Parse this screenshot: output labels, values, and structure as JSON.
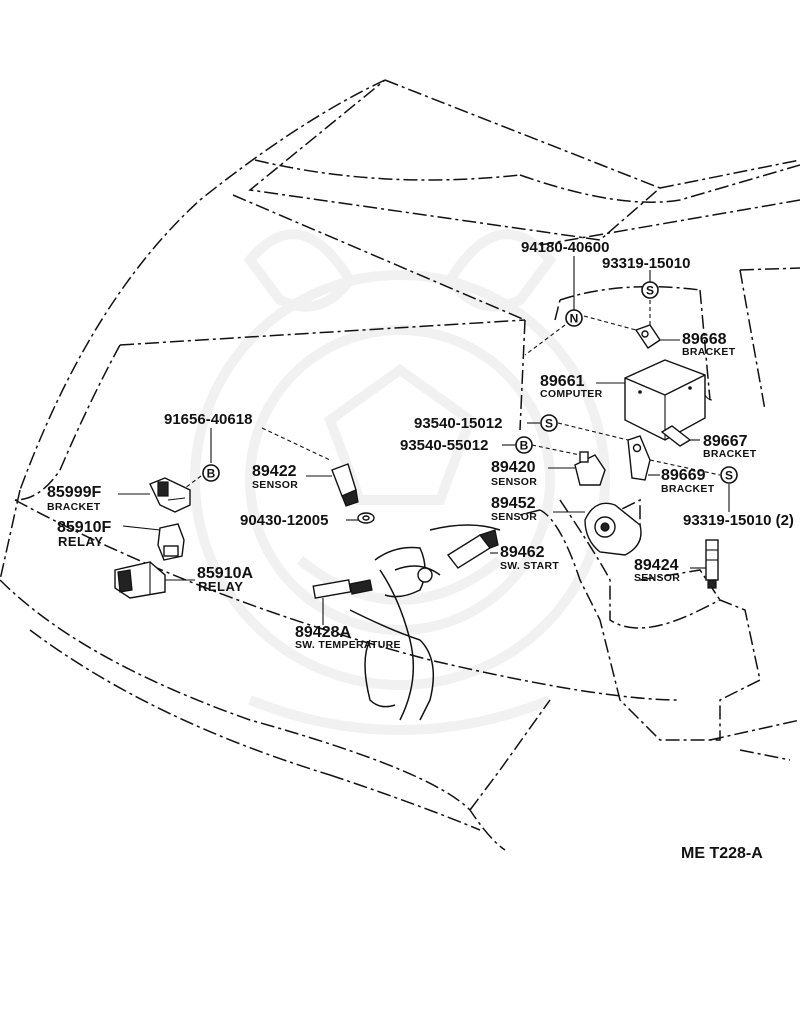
{
  "labels": {
    "p94180": "94180-40600",
    "p93319a": "93319-15010",
    "p89668": "89668",
    "p89668_desc": "BRACKET",
    "p89661": "89661",
    "p89661_desc": "COMPUTER",
    "p93540a": "93540-15012",
    "p93540b": "93540-55012",
    "p89667": "89667",
    "p89667_desc": "BRACKET",
    "p89669": "89669",
    "p89669_desc": "BRACKET",
    "p93319b": "93319-15010 (2)",
    "p89420": "89420",
    "p89420_desc": "SENSOR",
    "p89452": "89452",
    "p89452_desc": "SENSOR",
    "p89462": "89462",
    "p89462_desc": "SW. START",
    "p89424": "89424",
    "p89424_desc": "SENSOR",
    "p91656": "91656-40618",
    "p89422": "89422",
    "p89422_desc": "SENSOR",
    "p90430": "90430-12005",
    "p85999": "85999F",
    "p85999_desc": "BRACKET",
    "p85910f": "85910F",
    "p85910f_desc": "RELAY",
    "p85910a": "85910A",
    "p85910a_desc": "RELAY",
    "p89428": "89428A",
    "p89428_desc": "SW. TEMPERATURE",
    "diagram_code": "ME T228-A"
  },
  "symbols": {
    "n": "N",
    "s": "S",
    "b": "B"
  }
}
